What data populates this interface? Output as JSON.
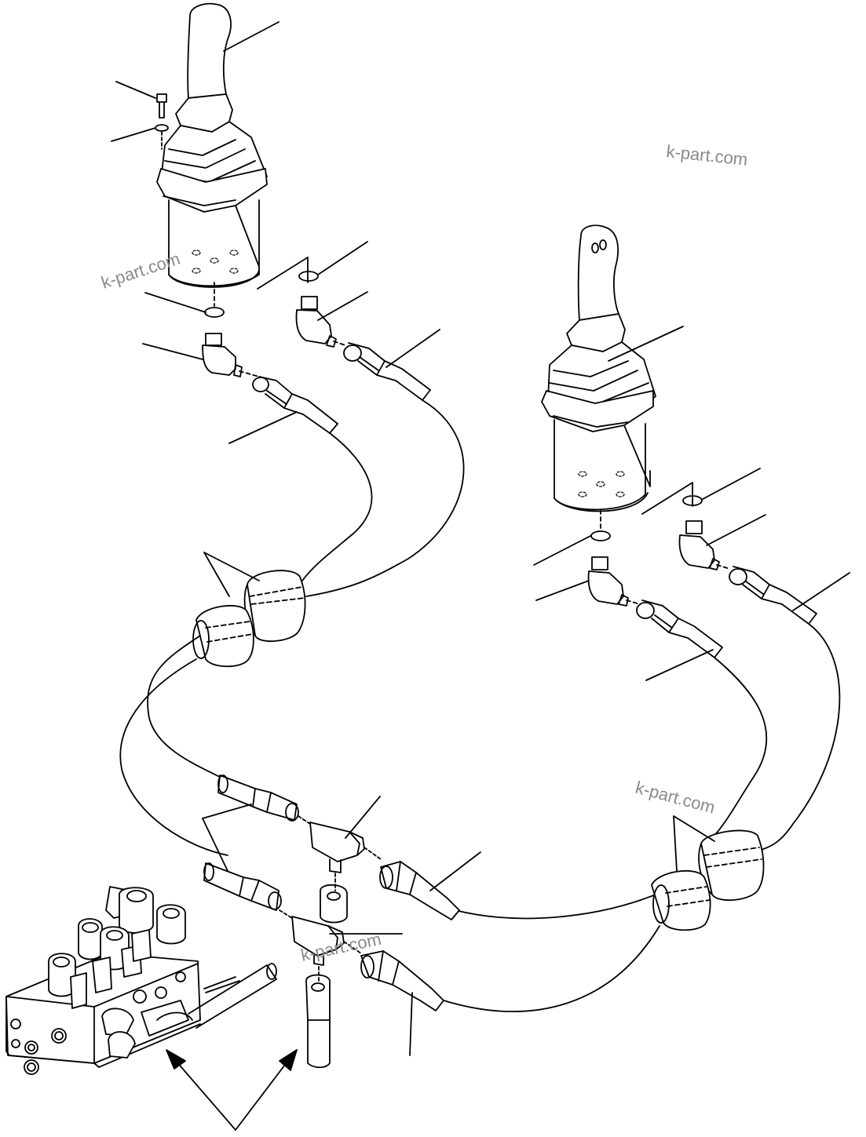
{
  "diagram": {
    "watermarks": [
      "k-part.com",
      "k-part.com",
      "k-part.com",
      "k-part.com"
    ],
    "colors": {
      "line": "#000000",
      "background": "#ffffff",
      "watermark": "#8a8a8a"
    }
  }
}
